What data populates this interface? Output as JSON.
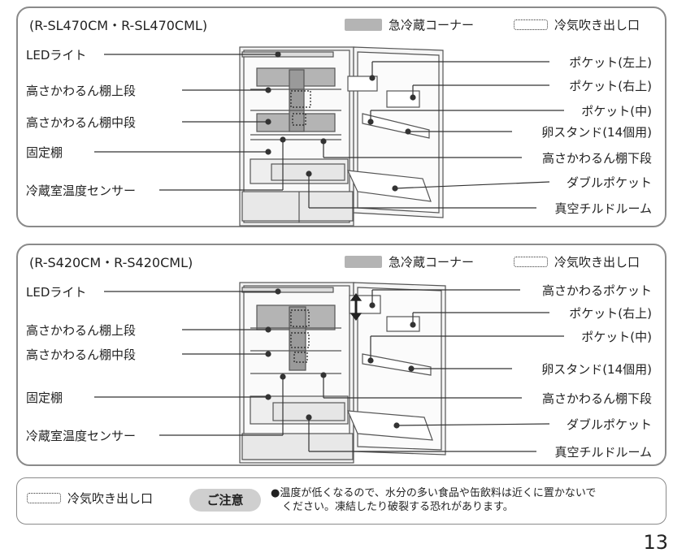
{
  "legend": {
    "quick_chill": "急冷蔵コーナー",
    "cold_outlet": "冷気吹き出し口"
  },
  "panel1": {
    "model": "(R-SL470CM・R-SL470CML)",
    "left_labels": [
      "LEDライト",
      "高さかわるん棚上段",
      "高さかわるん棚中段",
      "固定棚",
      "冷蔵室温度センサー"
    ],
    "right_labels": [
      "ポケット(左上)",
      "ポケット(右上)",
      "ポケット(中)",
      "卵スタンド(14個用)",
      "高さかわるん棚下段",
      "ダブルポケット",
      "真空チルドルーム"
    ]
  },
  "panel2": {
    "model": "(R-S420CM・R-S420CML)",
    "left_labels": [
      "LEDライト",
      "高さかわるん棚上段",
      "高さかわるん棚中段",
      "固定棚",
      "冷蔵室温度センサー"
    ],
    "right_labels": [
      "高さかわるポケット",
      "ポケット(右上)",
      "ポケット(中)",
      "卵スタンド(14個用)",
      "高さかわるん棚下段",
      "ダブルポケット",
      "真空チルドルーム"
    ]
  },
  "note": {
    "legend": "冷気吹き出し口",
    "badge": "ご注意",
    "line1": "●温度が低くなるので、水分の多い食品や缶飲料は近くに置かないで",
    "line2": "ください。凍結したり破裂する恐れがあります。"
  },
  "page_number": "13"
}
